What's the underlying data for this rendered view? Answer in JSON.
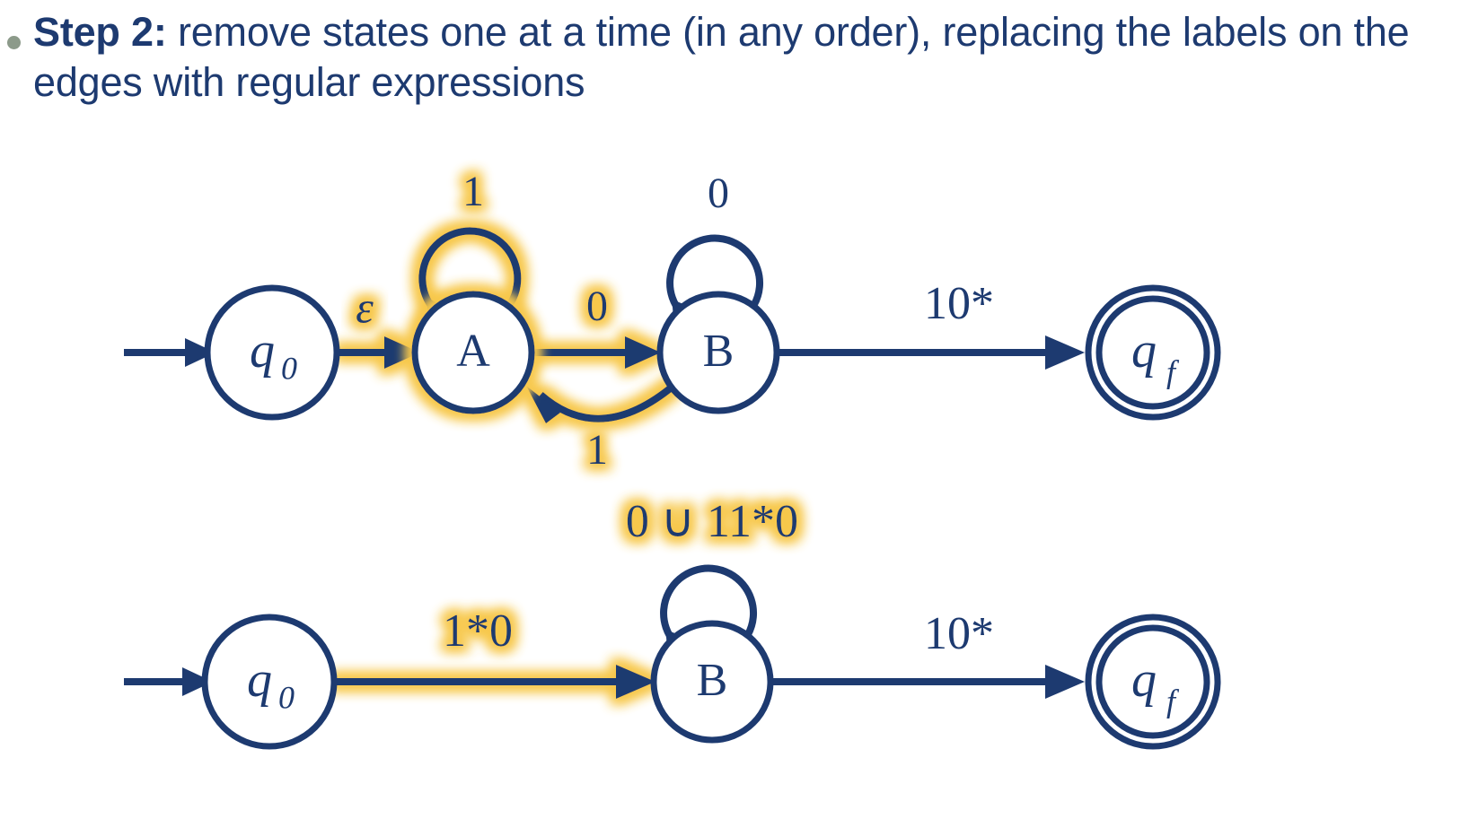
{
  "slide": {
    "bullet": {
      "lead": "Step 2:",
      "rest": " remove states one at a time (in any order), replacing the labels on the edges with regular expressions"
    }
  },
  "colors": {
    "text_navy": "#1d3a70",
    "bullet_gray": "#8c9a8a",
    "highlight_yellow": "#f7c84c",
    "background": "#ffffff"
  },
  "diagrams": [
    {
      "id": "gnfa-before",
      "caption": "",
      "states": [
        {
          "id": "q0",
          "label": "q",
          "sub": "0",
          "accepting": false,
          "highlighted": false
        },
        {
          "id": "A",
          "label": "A",
          "sub": "",
          "accepting": false,
          "highlighted": true
        },
        {
          "id": "B",
          "label": "B",
          "sub": "",
          "accepting": false,
          "highlighted": false
        },
        {
          "id": "qf",
          "label": "q",
          "sub": "f",
          "accepting": true,
          "highlighted": false
        }
      ],
      "transitions": [
        {
          "from": "start",
          "to": "q0",
          "label": "",
          "kind": "start",
          "highlighted": false
        },
        {
          "from": "q0",
          "to": "A",
          "label": "ε",
          "kind": "straight",
          "highlighted": true
        },
        {
          "from": "A",
          "to": "A",
          "label": "1",
          "kind": "self-loop",
          "highlighted": true
        },
        {
          "from": "A",
          "to": "B",
          "label": "0",
          "kind": "straight",
          "highlighted": true
        },
        {
          "from": "B",
          "to": "A",
          "label": "1",
          "kind": "curve-back",
          "highlighted": true
        },
        {
          "from": "B",
          "to": "B",
          "label": "0",
          "kind": "self-loop",
          "highlighted": false
        },
        {
          "from": "B",
          "to": "qf",
          "label": "10*",
          "kind": "straight",
          "highlighted": false
        }
      ]
    },
    {
      "id": "gnfa-after",
      "caption": "",
      "states": [
        {
          "id": "q0",
          "label": "q",
          "sub": "0",
          "accepting": false,
          "highlighted": false
        },
        {
          "id": "B",
          "label": "B",
          "sub": "",
          "accepting": false,
          "highlighted": false
        },
        {
          "id": "qf",
          "label": "q",
          "sub": "f",
          "accepting": true,
          "highlighted": false
        }
      ],
      "transitions": [
        {
          "from": "start",
          "to": "q0",
          "label": "",
          "kind": "start",
          "highlighted": false
        },
        {
          "from": "q0",
          "to": "B",
          "label": "1*0",
          "kind": "straight",
          "highlighted": true
        },
        {
          "from": "B",
          "to": "B",
          "label": "0 ∪ 11*0",
          "kind": "self-loop",
          "highlighted": true
        },
        {
          "from": "B",
          "to": "qf",
          "label": "10*",
          "kind": "straight",
          "highlighted": false
        }
      ]
    }
  ],
  "labels": {
    "top": {
      "q0": "q",
      "q0_sub": "0",
      "A": "A",
      "B": "B",
      "qf": "q",
      "qf_sub": "f",
      "eps": "ε",
      "loopA": "1",
      "a_to_b": "0",
      "b_to_a": "1",
      "loopB": "0",
      "b_to_qf": "10*"
    },
    "bottom": {
      "q0": "q",
      "q0_sub": "0",
      "B": "B",
      "qf": "q",
      "qf_sub": "f",
      "q0_to_b": "1*0",
      "loopB": "0 ∪ 11*0",
      "b_to_qf": "10*"
    }
  }
}
